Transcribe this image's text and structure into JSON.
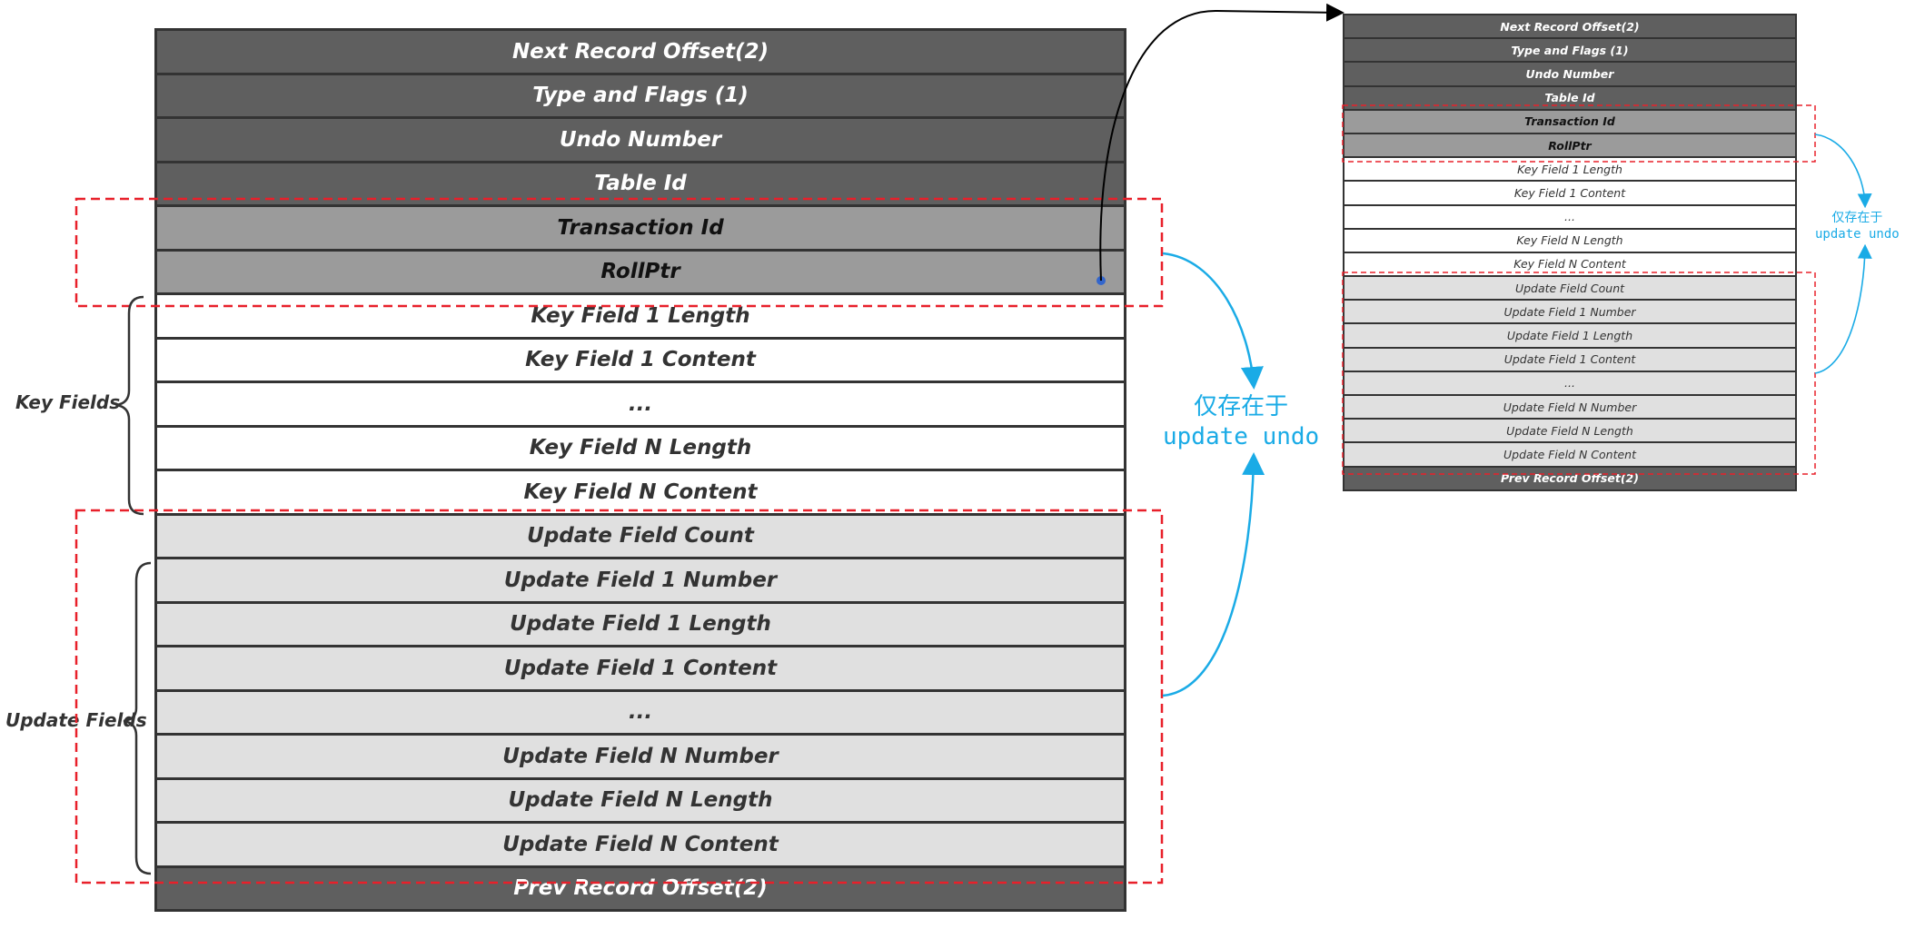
{
  "main_stack": {
    "rows": [
      {
        "label": "Next Record Offset(2)",
        "tone": "dark"
      },
      {
        "label": "Type and Flags (1)",
        "tone": "dark"
      },
      {
        "label": "Undo Number",
        "tone": "dark"
      },
      {
        "label": "Table Id",
        "tone": "dark"
      },
      {
        "label": "Transaction Id",
        "tone": "mid"
      },
      {
        "label": "RollPtr",
        "tone": "mid"
      },
      {
        "label": "Key Field 1 Length",
        "tone": "white"
      },
      {
        "label": "Key Field 1 Content",
        "tone": "white"
      },
      {
        "label": "...",
        "tone": "white"
      },
      {
        "label": "Key Field N Length",
        "tone": "white"
      },
      {
        "label": "Key Field N Content",
        "tone": "white"
      },
      {
        "label": "Update Field Count",
        "tone": "light"
      },
      {
        "label": "Update Field 1 Number",
        "tone": "light"
      },
      {
        "label": "Update Field 1 Length",
        "tone": "light"
      },
      {
        "label": "Update Field 1 Content",
        "tone": "light"
      },
      {
        "label": "...",
        "tone": "light"
      },
      {
        "label": "Update Field N Number",
        "tone": "light"
      },
      {
        "label": "Update Field N Length",
        "tone": "light"
      },
      {
        "label": "Update Field N Content",
        "tone": "light"
      },
      {
        "label": "Prev Record Offset(2)",
        "tone": "dark"
      }
    ]
  },
  "mini_stack": {
    "rows": [
      {
        "label": "Next Record Offset(2)",
        "tone": "dark"
      },
      {
        "label": "Type and Flags (1)",
        "tone": "dark"
      },
      {
        "label": "Undo Number",
        "tone": "dark"
      },
      {
        "label": "Table Id",
        "tone": "dark"
      },
      {
        "label": "Transaction Id",
        "tone": "mid"
      },
      {
        "label": "RollPtr",
        "tone": "mid"
      },
      {
        "label": "Key Field 1 Length",
        "tone": "white"
      },
      {
        "label": "Key Field 1 Content",
        "tone": "white"
      },
      {
        "label": "...",
        "tone": "white"
      },
      {
        "label": "Key Field N Length",
        "tone": "white"
      },
      {
        "label": "Key Field N Content",
        "tone": "white"
      },
      {
        "label": "Update Field Count",
        "tone": "light"
      },
      {
        "label": "Update Field 1 Number",
        "tone": "light"
      },
      {
        "label": "Update Field 1 Length",
        "tone": "light"
      },
      {
        "label": "Update Field 1 Content",
        "tone": "light"
      },
      {
        "label": "...",
        "tone": "light"
      },
      {
        "label": "Update Field N Number",
        "tone": "light"
      },
      {
        "label": "Update Field N Length",
        "tone": "light"
      },
      {
        "label": "Update Field N Content",
        "tone": "light"
      },
      {
        "label": "Prev Record Offset(2)",
        "tone": "dark"
      }
    ]
  },
  "labels": {
    "key_fields": "Key Fields",
    "update_fields": "Update Fields"
  },
  "notes": {
    "main_line1": "仅存在于",
    "main_line2": "update undo",
    "mini_line1": "仅存在于",
    "mini_line2": "update undo"
  },
  "colors": {
    "dark": "#5f5f5f",
    "mid": "#9b9b9b",
    "light": "#e0e0e0",
    "highlight_box": "#e8202a",
    "note_arrow": "#1aabe6",
    "pointer_dot": "#3366cc"
  }
}
